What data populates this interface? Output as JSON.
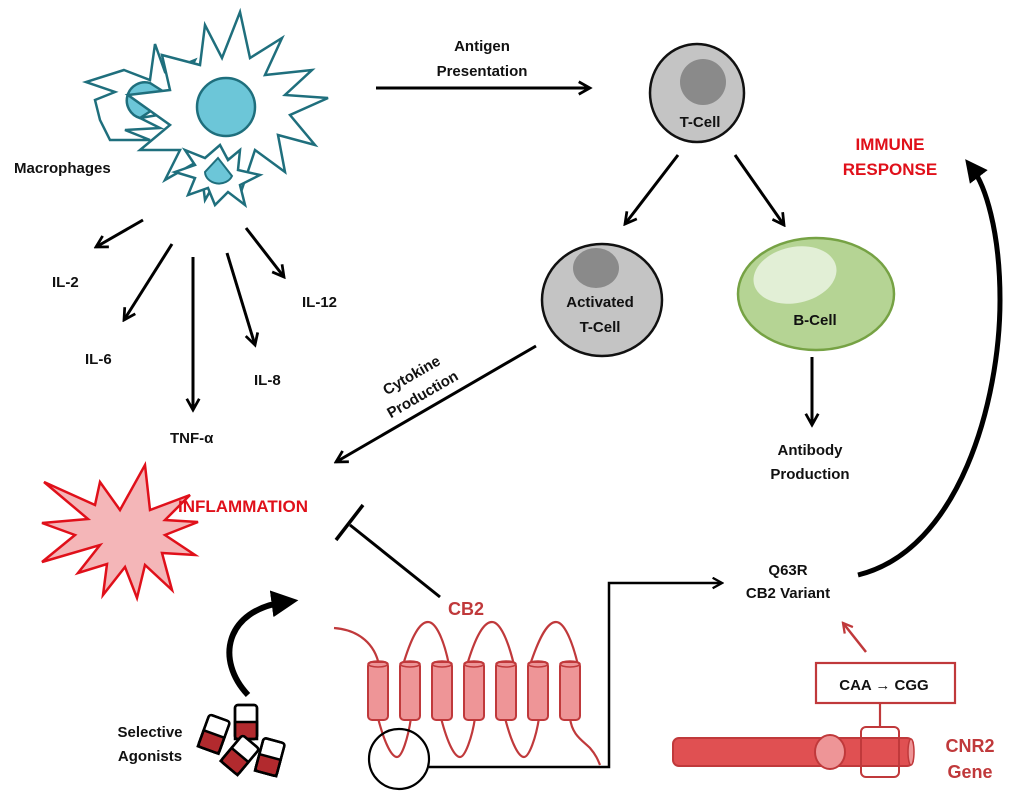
{
  "title": "CB2 receptor role in immune response and inflammation",
  "colors": {
    "macrophage_stroke": "#1f6f7d",
    "macrophage_nucleus": "#6cc6d8",
    "tcell_fill": "#c4c4c4",
    "tcell_nucleus": "#8a8a8a",
    "bcell_fill": "#b5d494",
    "bcell_stroke": "#76a244",
    "bcell_highlight": "#e2efd6",
    "inflammation_fill": "#f4b6b8",
    "inflammation_stroke": "#e0101a",
    "red_label": "#e0101a",
    "receptor": "#c0393b",
    "receptor_fill": "#ee9597",
    "gene_fill": "#e05052"
  },
  "nodes": {
    "macrophages": "Macrophages",
    "antigen_presentation": [
      "Antigen",
      "Presentation"
    ],
    "t_cell": "T-Cell",
    "immune_response": [
      "IMMUNE",
      "RESPONSE"
    ],
    "activated_t_cell": [
      "Activated",
      "T-Cell"
    ],
    "b_cell": "B-Cell",
    "antibody_production": [
      "Antibody",
      "Production"
    ],
    "cytokine_production": [
      "Cytokine",
      "Production"
    ],
    "inflammation": "INFLAMMATION",
    "cb2": "CB2",
    "selective_agonists": [
      "Selective",
      "Agonists"
    ],
    "variant": [
      "Q63R",
      "CB2 Variant"
    ],
    "mutation": "CAA → CGG",
    "gene": [
      "CNR2",
      "Gene"
    ]
  },
  "cytokines": [
    "IL-2",
    "IL-6",
    "TNF-α",
    "IL-8",
    "IL-12"
  ]
}
